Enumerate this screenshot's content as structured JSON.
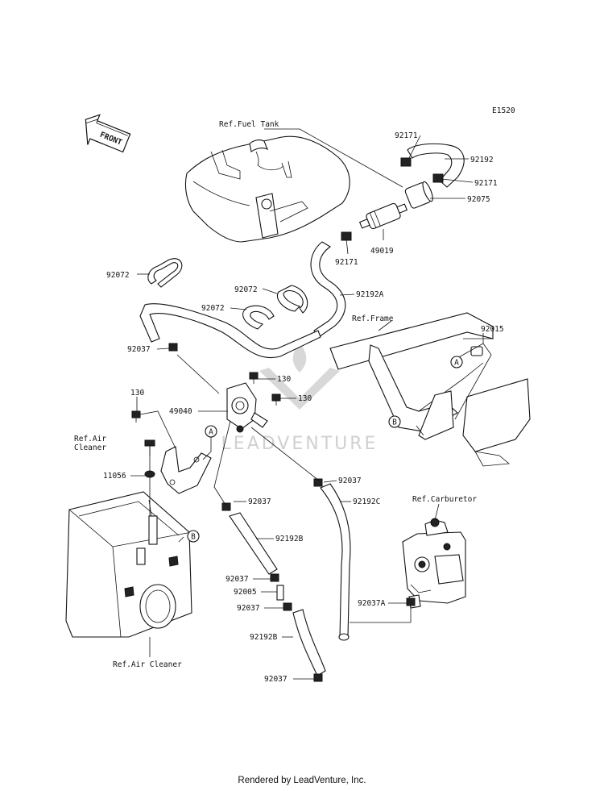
{
  "diagram_code": "E1520",
  "front_label": "FRONT",
  "watermark": "LEADVENTURE",
  "refs": {
    "fuel_tank": "Ref.Fuel Tank",
    "frame": "Ref.Frame",
    "carburetor": "Ref.Carburetor",
    "air_cleaner_top_line1": "Ref.Air",
    "air_cleaner_top_line2": "Cleaner",
    "air_cleaner_bottom": "Ref.Air Cleaner"
  },
  "callouts": {
    "a": "A",
    "b": "B"
  },
  "labels": {
    "p92171_top": "92171",
    "p92192": "92192",
    "p92171_right": "92171",
    "p92075": "92075",
    "p49019": "49019",
    "p92171_mid": "92171",
    "p92072_left": "92072",
    "p92072_mid": "92072",
    "p92072_low": "92072",
    "p92192A": "92192A",
    "p92015": "92015",
    "p92037_a": "92037",
    "p130_a": "130",
    "p130_left": "130",
    "p49040": "49040",
    "p130_b": "130",
    "p11056": "11056",
    "p92037_b": "92037",
    "p92037_c": "92037",
    "p92192C": "92192C",
    "p92192B_a": "92192B",
    "p92037_d": "92037",
    "p92005": "92005",
    "p92037_e": "92037",
    "p92037A": "92037A",
    "p92192B_b": "92192B",
    "p92037_f": "92037"
  },
  "footer": "Rendered by LeadVenture, Inc."
}
